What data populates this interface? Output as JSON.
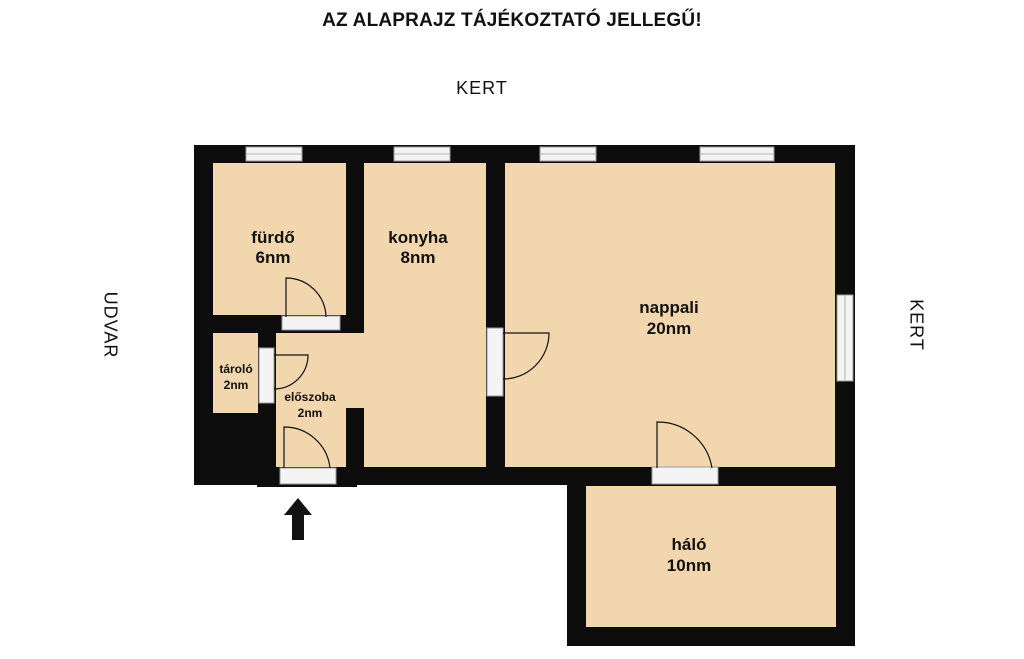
{
  "heading": "AZ ALAPRAJZ TÁJÉKOZTATÓ JELLEGŰ!",
  "sides": {
    "top": "KERT",
    "left": "UDVAR",
    "right": "KERT"
  },
  "rooms": [
    {
      "name": "fürdő",
      "area": "6nm"
    },
    {
      "name": "konyha",
      "area": "8nm"
    },
    {
      "name": "nappali",
      "area": "20nm"
    },
    {
      "name": "tároló",
      "area": "2nm"
    },
    {
      "name": "előszoba",
      "area": "2nm"
    },
    {
      "name": "háló",
      "area": "10nm"
    }
  ],
  "colors": {
    "floor": "#f2d6ad",
    "wall": "#0d0d0d",
    "window": "#f4f4f4"
  },
  "entrance_icon": "up-arrow-icon"
}
